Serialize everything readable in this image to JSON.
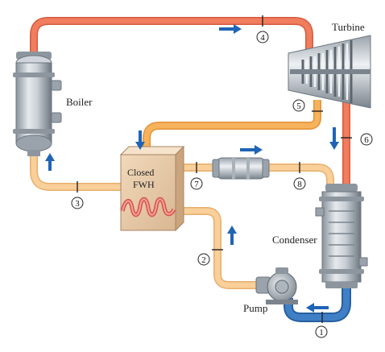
{
  "components": {
    "boiler": "Boiler",
    "turbine": "Turbine",
    "condenser": "Condenser",
    "pump": "Pump",
    "fwh_line1": "Closed",
    "fwh_line2": "FWH"
  },
  "states": [
    "1",
    "2",
    "3",
    "4",
    "5",
    "6",
    "7",
    "8"
  ],
  "colors": {
    "hot_pipe": "#ef7d5e",
    "hot_pipe_edge": "#d65a3e",
    "warm_pipe": "#f7b25c",
    "warm_pipe_edge": "#e3923a",
    "pale_pipe": "#f9cf9a",
    "pale_pipe_edge": "#e8ae6a",
    "cold_pipe": "#3f7fc6",
    "cold_pipe_edge": "#275f9f",
    "flow_arrow": "#1f64b5",
    "fwh_body": "#e8cba7"
  },
  "icons": [
    "flow-arrow-icon",
    "coil-icon"
  ]
}
